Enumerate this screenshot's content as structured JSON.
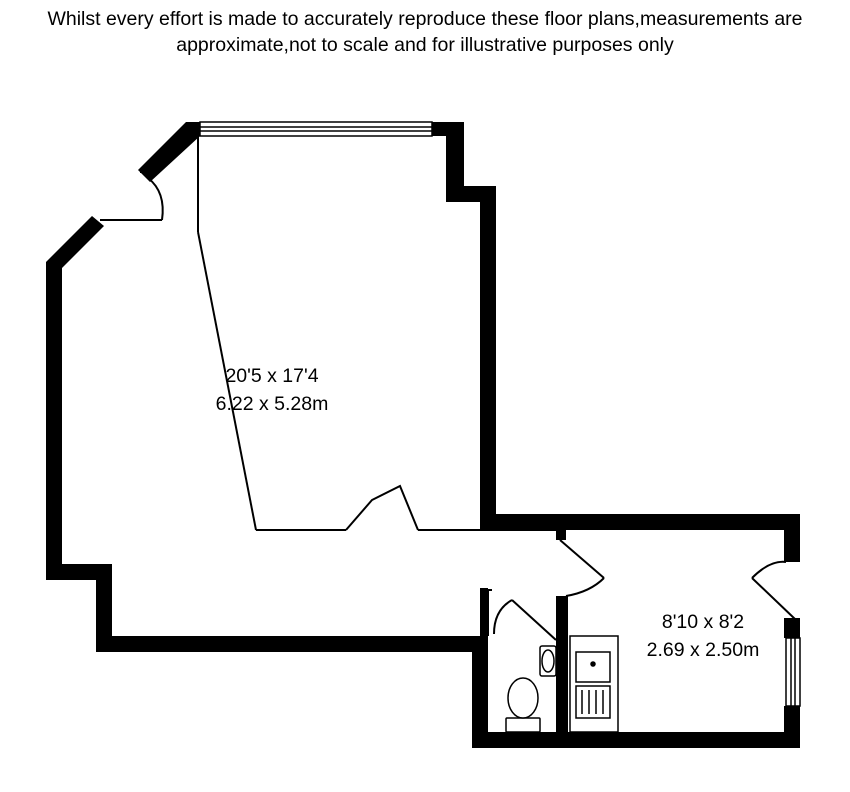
{
  "disclaimer": {
    "line1": "Whilst every effort is made to accurately reproduce these floor plans,measurements are",
    "line2": "approximate,not to scale and for illustrative purposes only"
  },
  "rooms": {
    "main": {
      "imperial": "20'5 x 17'4",
      "metric": "6.22 x 5.28m"
    },
    "second": {
      "imperial": "8'10 x 8'2",
      "metric": "2.69 x 2.50m"
    }
  },
  "colors": {
    "wall": "#000000",
    "background": "#ffffff"
  }
}
